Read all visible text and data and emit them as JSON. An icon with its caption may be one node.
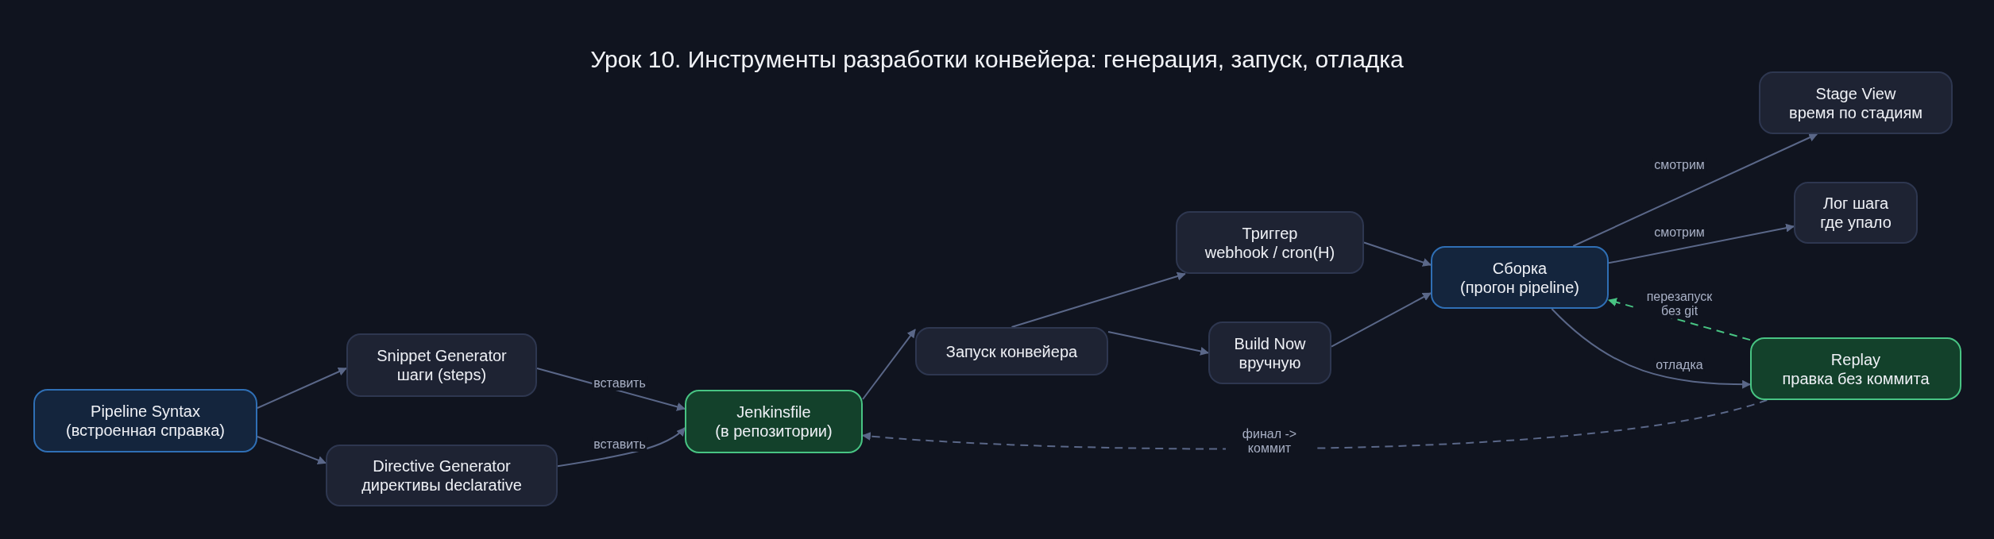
{
  "diagram": {
    "title": "Урок 10. Инструменты разработки конвейера: генерация, запуск, отладка",
    "nodes": [
      {
        "text": [
          "Pipeline Syntax",
          "(встроенная справка)"
        ]
      },
      {
        "text": [
          "Snippet Generator",
          "шаги (steps)"
        ]
      },
      {
        "text": [
          "Directive Generator",
          "директивы declarative"
        ]
      },
      {
        "text": [
          "Jenkinsfile",
          "(в репозитории)"
        ]
      },
      {
        "text": [
          "Запуск конвейера"
        ]
      },
      {
        "text": [
          "Триггер",
          "webhook / cron(H)"
        ]
      },
      {
        "text": [
          "Build Now",
          "вручную"
        ]
      },
      {
        "text": [
          "Сборка",
          "(прогон pipeline)"
        ]
      },
      {
        "text": [
          "Stage View",
          "время по стадиям"
        ]
      },
      {
        "text": [
          "Лог шага",
          "где упало"
        ]
      },
      {
        "text": [
          "Replay",
          "правка без коммита"
        ]
      }
    ],
    "edges": [
      {
        "from": 0,
        "to": 1,
        "arrow": "to"
      },
      {
        "from": 0,
        "to": 2,
        "arrow": "to"
      },
      {
        "from": 1,
        "to": 3,
        "arrow": "to",
        "label": "вставить"
      },
      {
        "from": 2,
        "to": 3,
        "arrow": "to",
        "label": "вставить"
      },
      {
        "from": 3,
        "to": 4,
        "arrow": "to"
      },
      {
        "from": 4,
        "to": 5,
        "arrow": "to"
      },
      {
        "from": 4,
        "to": 6,
        "arrow": "to"
      },
      {
        "from": 5,
        "to": 7,
        "arrow": "to"
      },
      {
        "from": 6,
        "to": 7,
        "arrow": "to"
      },
      {
        "from": 7,
        "to": 8,
        "arrow": "to",
        "label": "смотрим"
      },
      {
        "from": 7,
        "to": 9,
        "arrow": "to",
        "label": "смотрим"
      },
      {
        "from": 7,
        "to": 10,
        "arrow": "to",
        "label": "отладка"
      },
      {
        "from": 10,
        "to": 7,
        "arrow": "to",
        "label": "перезапуск без git",
        "style": "dashed",
        "color": "#48c483"
      },
      {
        "from": 10,
        "to": 3,
        "arrow": "to",
        "label": "финал -> коммит",
        "style": "dashed"
      }
    ]
  }
}
